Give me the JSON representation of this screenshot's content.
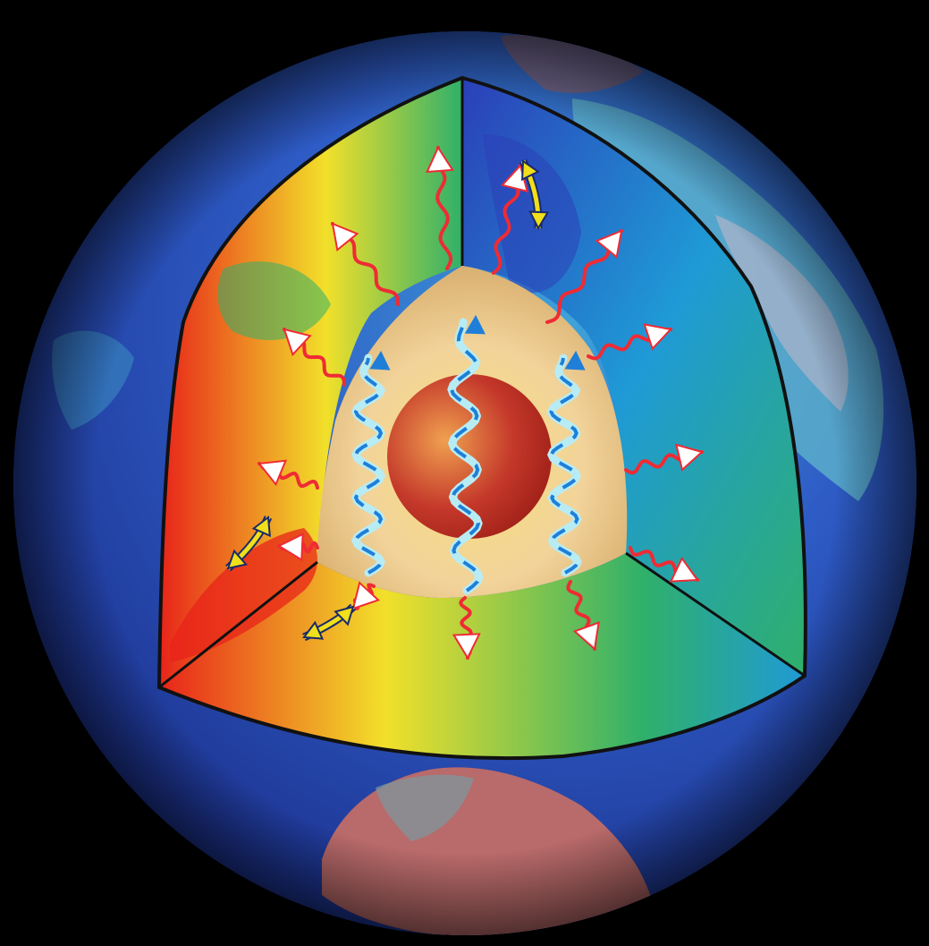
{
  "colors": {
    "background": "#000000",
    "page_edge_pink": "#f7dbe6",
    "ocean_deep": "#1b2f8c",
    "ocean_mid": "#2e5cc6",
    "ocean_shallow": "#3fa2d8",
    "land_pink": "#b96a6a",
    "mantle_hot": "#e8231a",
    "mantle_warm": "#f2e02a",
    "mantle_mid": "#2fb06a",
    "mantle_cool": "#1f9ad6",
    "mantle_cold": "#2b3fb8",
    "outer_core": "#f2d39a",
    "inner_core": "#c4382a",
    "heat_arrow": "#ef2b34",
    "convection_arrow": "#f0df1a",
    "wave_arrow_dark": "#1f7fd8",
    "wave_arrow_light": "#b8ecf4"
  },
  "icons": {
    "heat_flow": "wavy-red-arrow",
    "core_heat": "wavy-blue-arrow",
    "convection": "double-headed-yellow-arrow"
  }
}
